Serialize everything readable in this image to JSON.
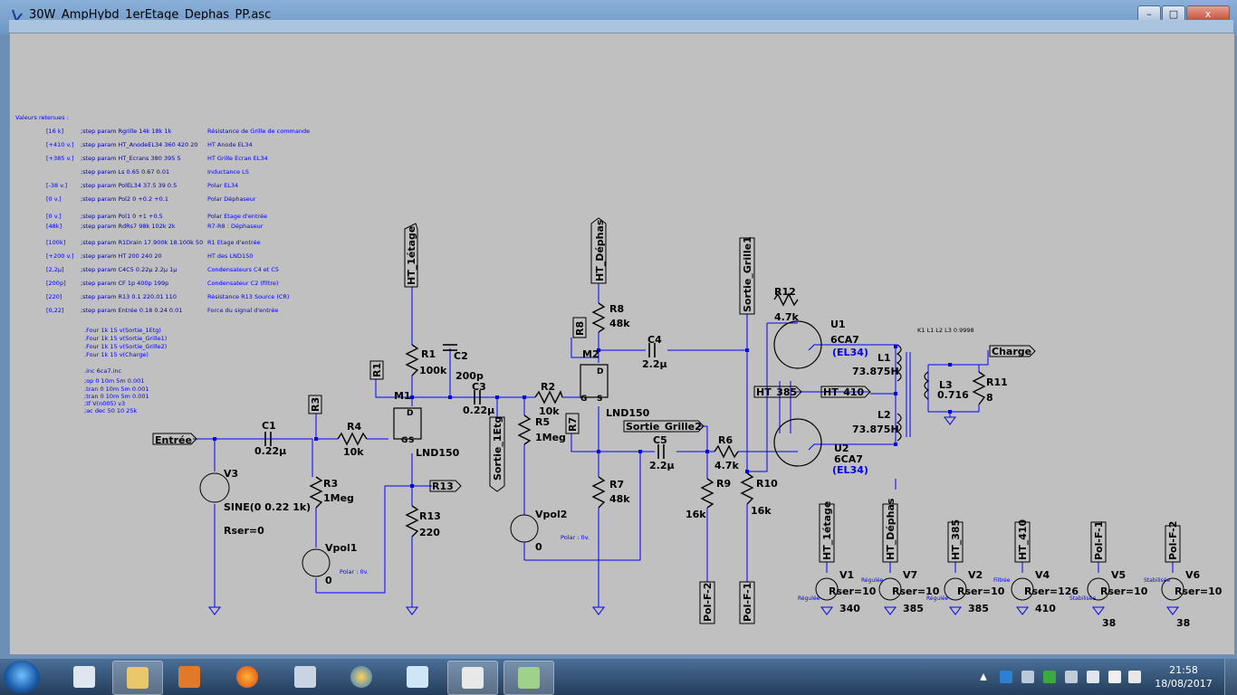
{
  "window": {
    "title": "30W_AmpHybd_1erEtage_Dephas_PP.asc",
    "min_label": "–",
    "max_label": "□",
    "close_label": "x"
  },
  "directives": {
    "header": "Valeurs retenues :",
    "lines": [
      {
        "value": "[16 k]",
        "cmd": ";step param Rgrille 14k 18k 1k",
        "desc": "Résistance de Grille de commande"
      },
      {
        "value": "[+410 v.]",
        "cmd": ";step param HT_AnodeEL34 360 420 20",
        "desc": "HT Anode EL34"
      },
      {
        "value": "[+385 v.]",
        "cmd": ";step param HT_Ecrans 380 395 5",
        "desc": "HT Grille Ecran EL34"
      },
      {
        "value": "",
        "cmd": ";step param Ls 0.65 0.67 0.01",
        "desc": "Inductance LS"
      },
      {
        "value": "[-38 v.]",
        "cmd": ";step param PolEL34 37.5 39 0.5",
        "desc": "Polar EL34"
      },
      {
        "value": "[0 v.]",
        "cmd": ";step param Pol2 0 +0.2 +0.1",
        "desc": "Polar Déphaseur"
      },
      {
        "value": "[0 v.]",
        "cmd": ";step param Pol1 0 +1 +0.5",
        "desc": "Polar Etage d'entrée"
      },
      {
        "value": "[48k]",
        "cmd": ";step param RdRs7 98k 102k 2k",
        "desc": "R7-R8 : Déphaseur"
      },
      {
        "value": "[100k]",
        "cmd": ";step param R1Drain 17.900k 18.100k 50",
        "desc": "R1 Etage d'entrée"
      },
      {
        "value": "[+200 v.]",
        "cmd": ";step param HT 200 240 20",
        "desc": "HT des LND150"
      },
      {
        "value": "[2,2µ]",
        "cmd": ";step param C4C5 0.22µ 2.2µ 1µ",
        "desc": "Condensateurs C4 et C5"
      },
      {
        "value": "[200p]",
        "cmd": ";step param CF 1p 400p 199p",
        "desc": "Condensateur C2 (filtre)"
      },
      {
        "value": "[220]",
        "cmd": ";step param R13 0.1 220.01 110",
        "desc": "Résistance R13 Source (CR)"
      },
      {
        "value": "[0,22]",
        "cmd": ";step param Entrée 0.18 0.24 0.01",
        "desc": "Force du signal d'entrée"
      }
    ],
    "four": [
      ".Four 1k 15 v(Sortie_1Etg)",
      ".Four 1k 15 v(Sortie_Grille1)",
      ".Four 1k 15 v(Sortie_Grille2)",
      ".Four 1k 15 v(Charge)"
    ],
    "sim": [
      ".inc 6ca7.inc",
      ";op 0 10m 5m 0.001",
      ".tran 0 10m 5m 0.001",
      ";tran 0 10m 5m 0.001",
      ";tf V(n005) v3",
      ";ac dec 50 10 25k"
    ]
  },
  "nets": {
    "entree": "Entrée",
    "ht_1etage": "HT_1étage",
    "ht_dephas": "HT_Déphas",
    "r1": "R1",
    "r3": "R3",
    "r8": "R8",
    "r7": "R7",
    "r13": "R13",
    "sortie_1etg": "Sortie_1Etg",
    "sortie_grille1": "Sortie_Grille1",
    "sortie_grille2": "Sortie_Grille2",
    "ht_385": "HT_385",
    "ht_410": "HT_410",
    "charge": "Charge",
    "pol_f1": "Pol-F-1",
    "pol_f2": "Pol-F-2"
  },
  "components": {
    "c1": "C1",
    "c1v": "0.22µ",
    "r4": "R4",
    "r4v": "10k",
    "r3": "R3",
    "r3v": "1Meg",
    "v3": "V3",
    "v3v": "SINE(0 0.22 1k)",
    "v3r": "Rser=0",
    "vpol1": "Vpol1",
    "vpol1v": "0",
    "polar": "Polar : 0v.",
    "m1": "M1",
    "lnd150": "LND150",
    "r1": "R1",
    "r1v": "100k",
    "c2": "C2",
    "c2v": "200p",
    "c3": "C3",
    "c3v": "0.22µ",
    "r13": "R13",
    "r13v": "220",
    "r2": "R2",
    "r2v": "10k",
    "r5": "R5",
    "r5v": "1Meg",
    "vpol2": "Vpol2",
    "vpol2v": "0",
    "m2": "M2",
    "r8": "R8",
    "r8v": "48k",
    "r7": "R7",
    "r7v": "48k",
    "c4": "C4",
    "c4v": "2.2µ",
    "c5": "C5",
    "c5v": "2.2µ",
    "r6": "R6",
    "r6v": "4.7k",
    "r9": "R9",
    "r9v": "16k",
    "r10": "R10",
    "r10v": "16k",
    "r12": "R12",
    "r12v": "4.7k",
    "u1": "U1",
    "u1t": "6CA7",
    "u1e": "(EL34)",
    "u2": "U2",
    "u2t": "6CA7",
    "u2e": "(EL34)",
    "l1": "L1",
    "l1v": "73.875H",
    "l2": "L2",
    "l2v": "73.875H",
    "l3": "L3",
    "l3v": "0.716",
    "r11": "R11",
    "r11v": "8",
    "k1": "K1 L1 L2 L3 0.9998",
    "pin_g": "G",
    "pin_s": "S",
    "pin_d": "D"
  },
  "supplies": [
    {
      "name": "V1",
      "rser": "Rser=10",
      "value": "340",
      "note": "Régulée"
    },
    {
      "name": "V7",
      "rser": "Rser=10",
      "value": "385",
      "note": "Régulée"
    },
    {
      "name": "V2",
      "rser": "Rser=10",
      "value": "385",
      "note": "Régulée"
    },
    {
      "name": "V4",
      "rser": "Rser=126",
      "value": "410",
      "note": "Filtrée"
    },
    {
      "name": "V5",
      "rser": "Rser=10",
      "value": "38",
      "note": "Stabilisée"
    },
    {
      "name": "V6",
      "rser": "Rser=10",
      "value": "38",
      "note": "Stabilisée"
    }
  ],
  "taskbar": {
    "time": "21:58",
    "date": "18/08/2017"
  },
  "colors": {
    "wire": "#0000ff",
    "canvas": "#c0c0c0",
    "label": "#000000",
    "directive": "#0000ff"
  }
}
